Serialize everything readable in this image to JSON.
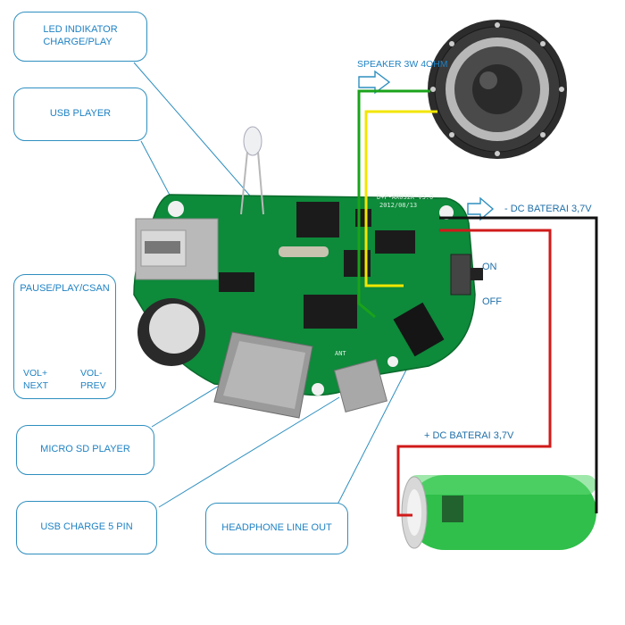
{
  "callouts": {
    "led": "LED INDIKATOR\nCHARGE/PLAY",
    "usb_player": "USB PLAYER",
    "controls_title": "PAUSE/PLAY/CSAN",
    "vol_next": "VOL+\nNEXT",
    "vol_prev": "VOL-\nPREV",
    "micro_sd": "MICRO SD PLAYER",
    "usb_charge": "USB CHARGE 5 PIN",
    "headphone": "HEADPHONE LINE OUT"
  },
  "labels": {
    "speaker": "SPEAKER 3W 4OHM",
    "dc_minus": "- DC BATERAI 3,7V",
    "dc_plus": "+ DC BATERAI 3,7V",
    "switch_on": "ON",
    "switch_off": "OFF"
  },
  "board_text": {
    "model": "D+F-AX032K V3.0",
    "date": "2012/08/13",
    "ant": "ANT"
  },
  "wire_colors": {
    "red": "#d11a1a",
    "black": "#111111",
    "green": "#1aa31a",
    "yellow": "#f2e600",
    "callout_line": "#2f8fbf",
    "pcb": "#0d8a3a",
    "battery": "#2fbf4a"
  }
}
